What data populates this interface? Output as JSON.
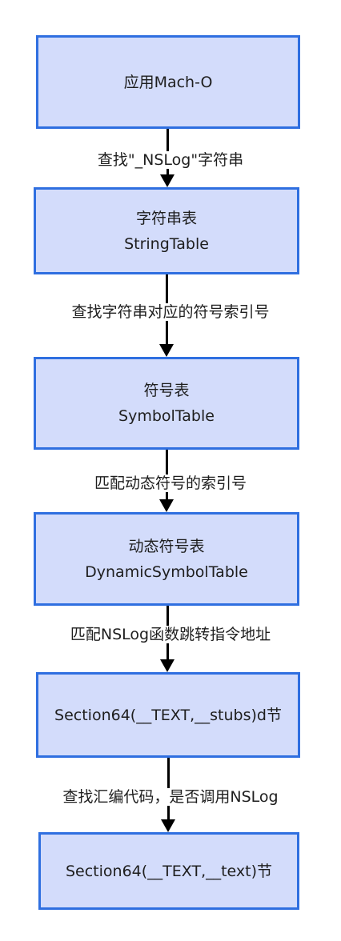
{
  "nodes": [
    {
      "lines": [
        "应用Mach-O"
      ]
    },
    {
      "lines": [
        "字符串表",
        "StringTable"
      ]
    },
    {
      "lines": [
        "符号表",
        "SymbolTable"
      ]
    },
    {
      "lines": [
        "动态符号表",
        "DynamicSymbolTable"
      ]
    },
    {
      "lines": [
        "Section64(__TEXT,__stubs)d节"
      ]
    },
    {
      "lines": [
        "Section64(__TEXT,__text)节"
      ]
    }
  ],
  "edges": [
    {
      "label": "查找\"_NSLog\"字符串"
    },
    {
      "label": "查找字符串对应的符号索引号"
    },
    {
      "label": "匹配动态符号的索引号"
    },
    {
      "label": "匹配NSLog函数跳转指令地址"
    },
    {
      "label": "查找汇编代码，是否调用NSLog"
    }
  ],
  "colors": {
    "node_fill": "#d3dcfb",
    "node_border": "#2f6fe0",
    "edge": "#000000",
    "text": "#1e1e1e"
  }
}
